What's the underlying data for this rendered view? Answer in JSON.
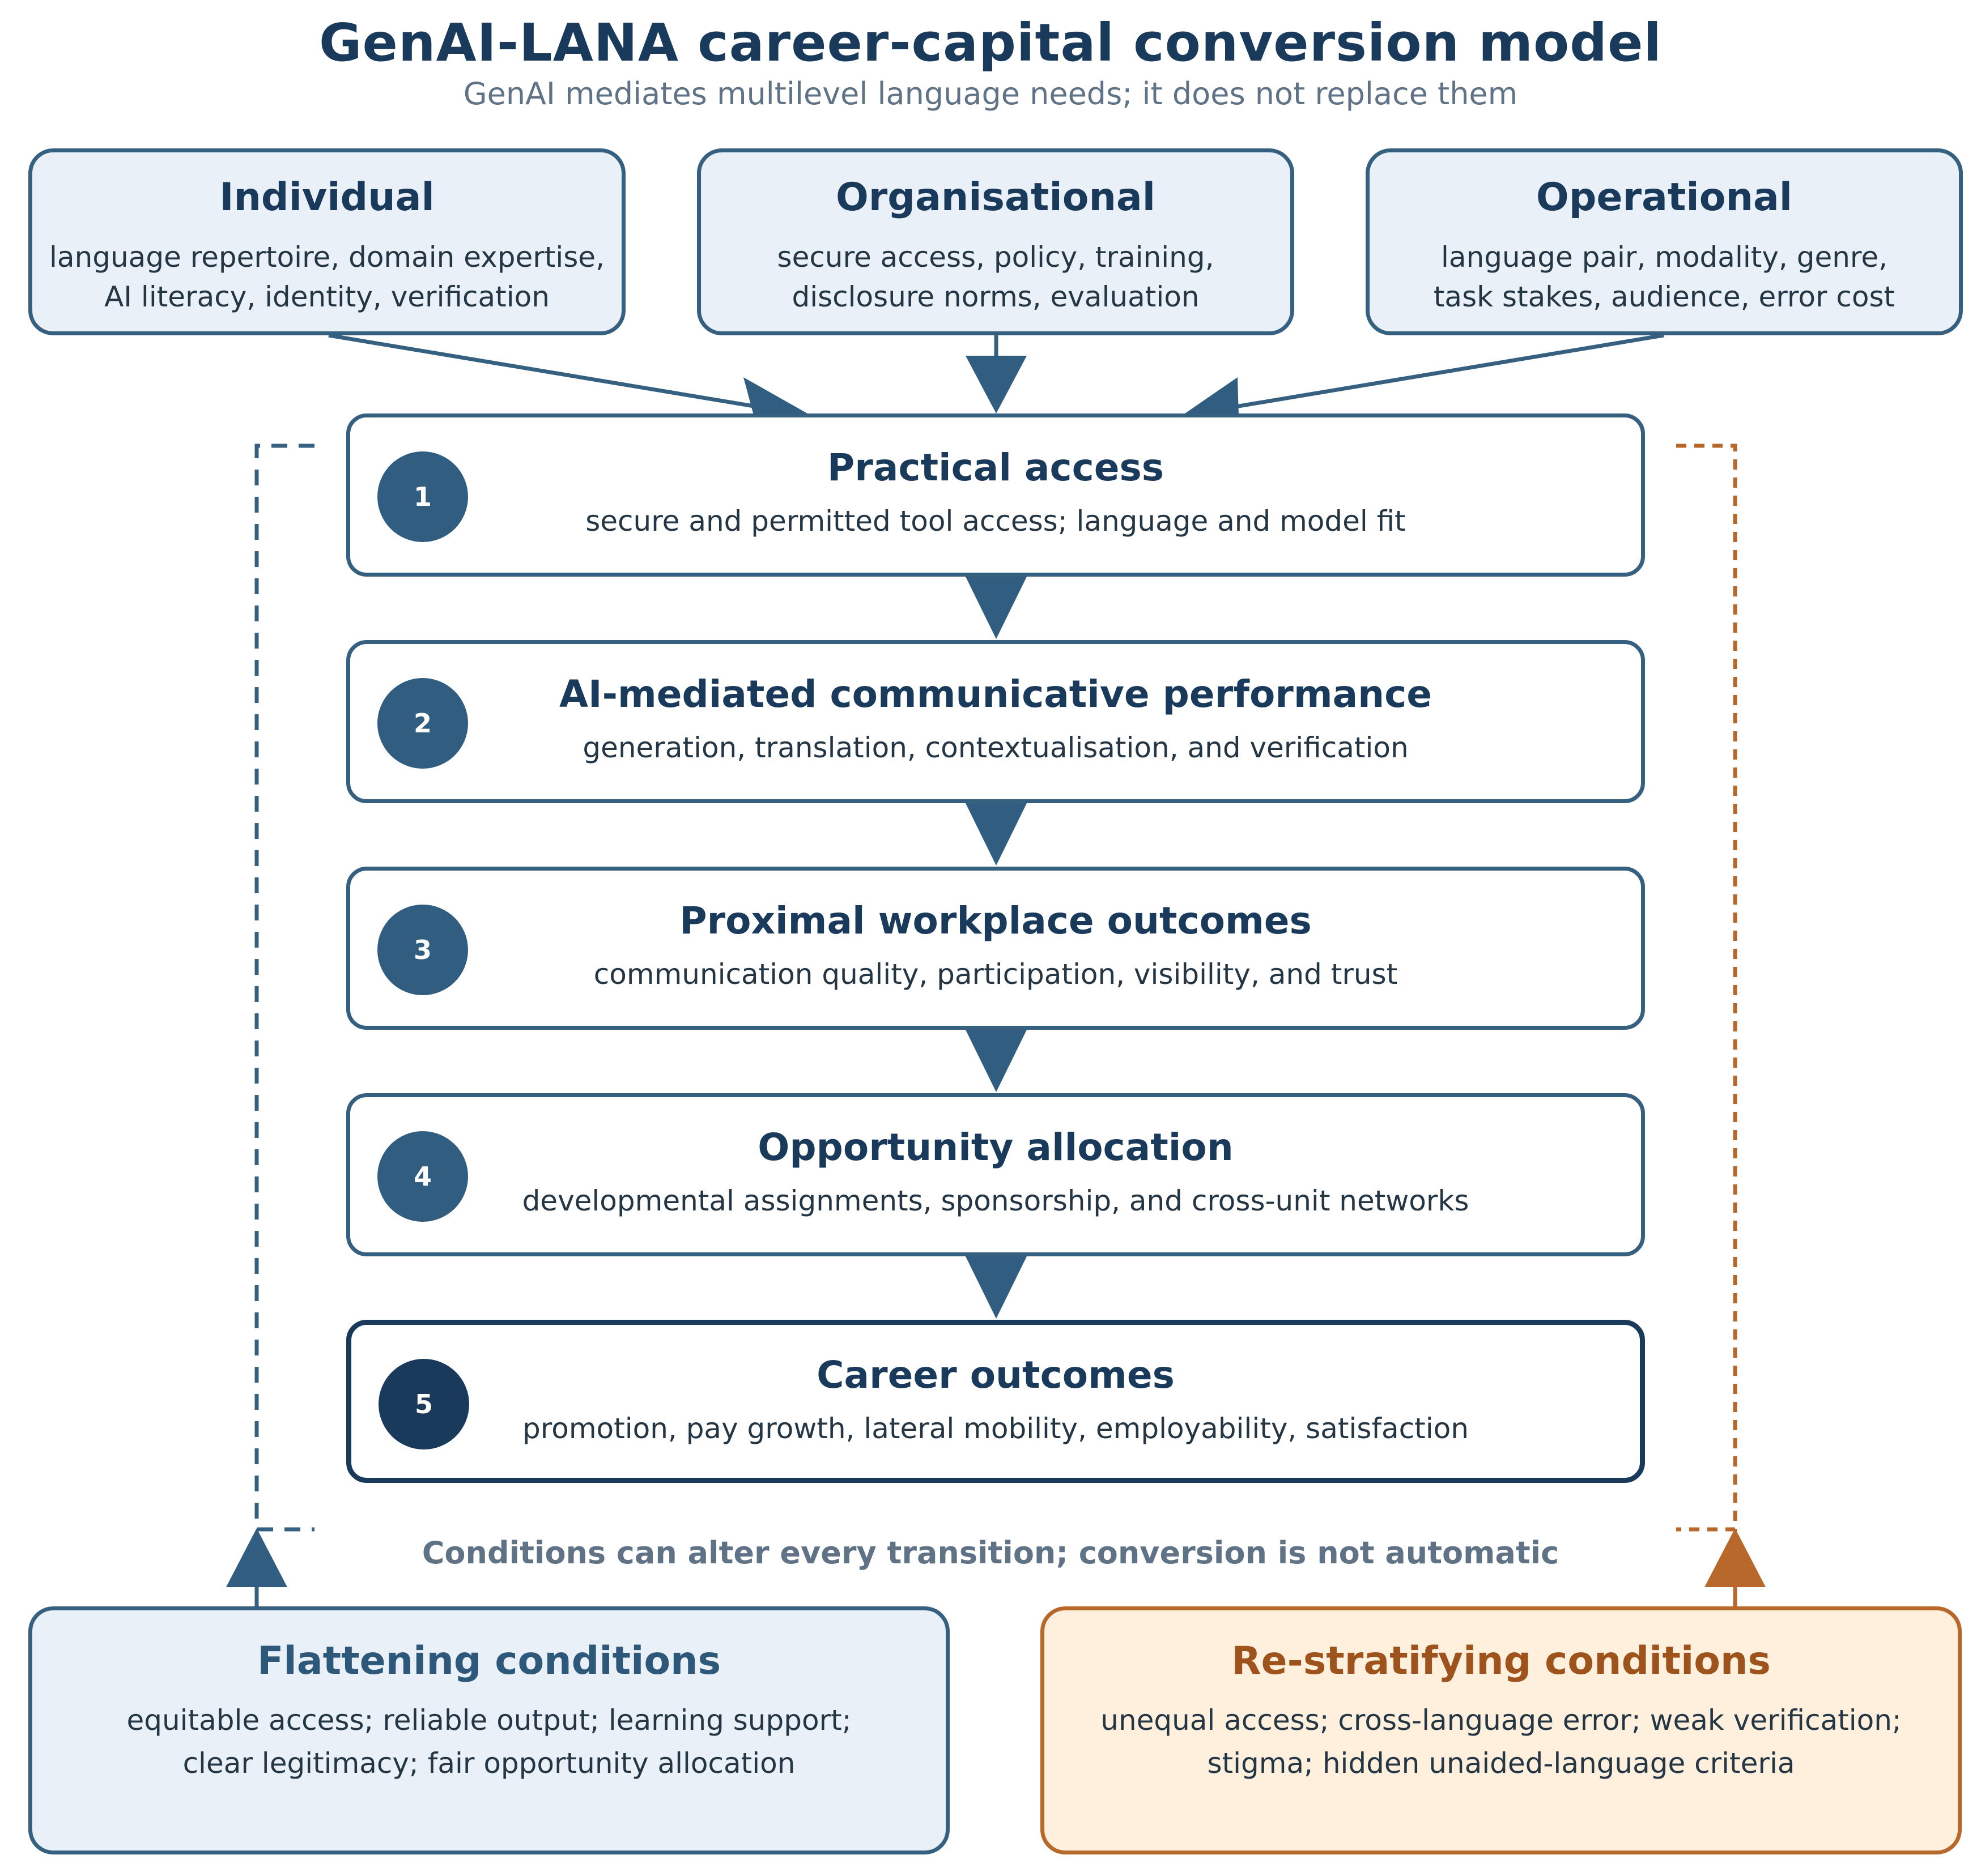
{
  "title": "GenAI-LANA career-capital conversion model",
  "subtitle": "GenAI mediates multilevel language needs; it does not replace them",
  "levels": [
    {
      "heading": "Individual",
      "line1": "language repertoire, domain expertise,",
      "line2": "AI literacy, identity, verification"
    },
    {
      "heading": "Organisational",
      "line1": "secure access, policy, training,",
      "line2": "disclosure norms, evaluation"
    },
    {
      "heading": "Operational",
      "line1": "language pair, modality, genre,",
      "line2": "task stakes, audience, error cost"
    }
  ],
  "stages": [
    {
      "number": "1",
      "heading": "Practical access",
      "text": "secure and permitted tool access; language and model fit"
    },
    {
      "number": "2",
      "heading": "AI-mediated communicative performance",
      "text": "generation, translation, contextualisation, and verification"
    },
    {
      "number": "3",
      "heading": "Proximal workplace outcomes",
      "text": "communication quality, participation, visibility, and trust"
    },
    {
      "number": "4",
      "heading": "Opportunity allocation",
      "text": "developmental assignments, sponsorship, and cross-unit networks"
    },
    {
      "number": "5",
      "heading": "Career outcomes",
      "text": "promotion, pay growth, lateral mobility, employability, satisfaction"
    }
  ],
  "note": "Conditions can alter every transition; conversion is not automatic",
  "conditions": {
    "flattening": {
      "heading": "Flattening conditions",
      "line1": "equitable access; reliable output; learning support;",
      "line2": "clear legitimacy; fair opportunity allocation"
    },
    "restratifying": {
      "heading": "Re-stratifying conditions",
      "line1": "unequal access; cross-language error; weak verification;",
      "line2": "stigma; hidden unaided-language criteria"
    }
  },
  "colors": {
    "blue": "#36607f",
    "dark_blue": "#1a3a5c",
    "orange": "#b8682a",
    "light_blue_fill": "#e9f0f8",
    "light_orange_fill": "#fef0dd"
  }
}
